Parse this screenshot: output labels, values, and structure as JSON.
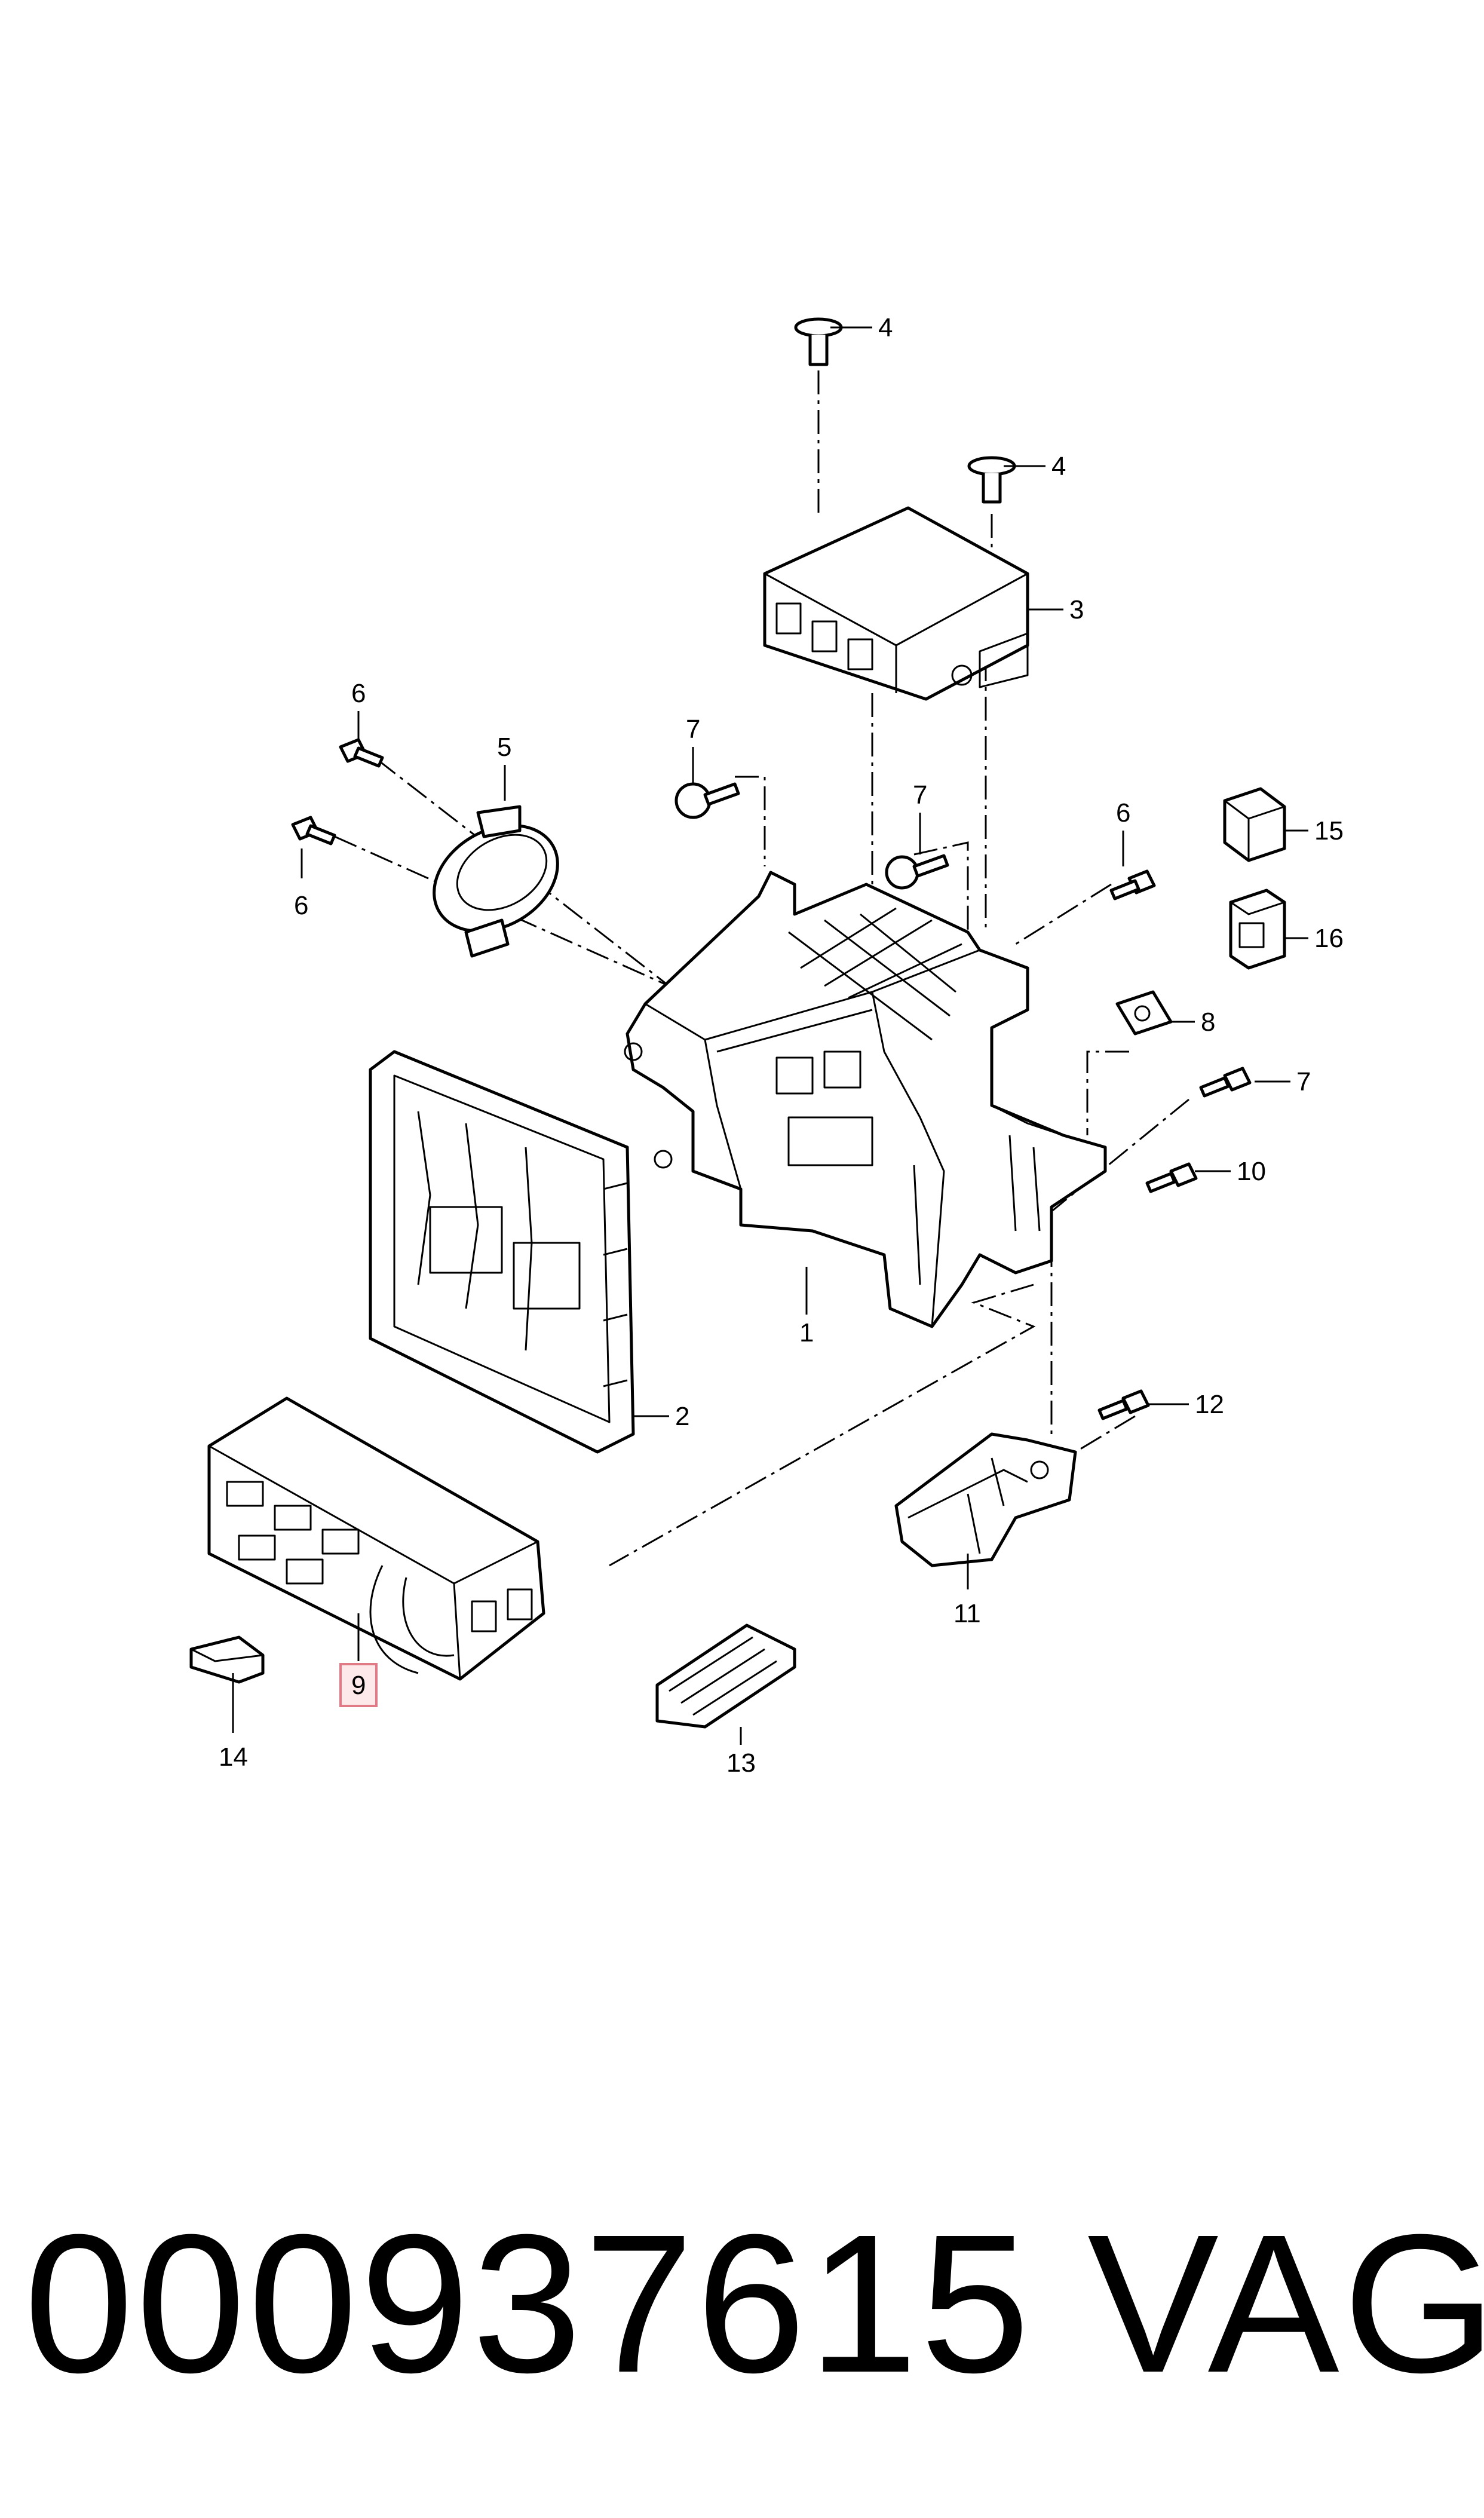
{
  "callouts": {
    "c1": "1",
    "c2": "2",
    "c3": "3",
    "c4a": "4",
    "c4b": "4",
    "c5": "5",
    "c6a": "6",
    "c6b": "6",
    "c6c": "6",
    "c7a": "7",
    "c7b": "7",
    "c7c": "7",
    "c8": "8",
    "c9": "9",
    "c10": "10",
    "c11": "11",
    "c12": "12",
    "c13": "13",
    "c14": "14",
    "c15": "15",
    "c16": "16"
  },
  "footer": {
    "part_number": "000937615",
    "brand": "VAG"
  },
  "colors": {
    "line": "#000000",
    "background": "#ffffff",
    "highlight_fill": "#fde8ea",
    "highlight_border": "#e07a86"
  }
}
